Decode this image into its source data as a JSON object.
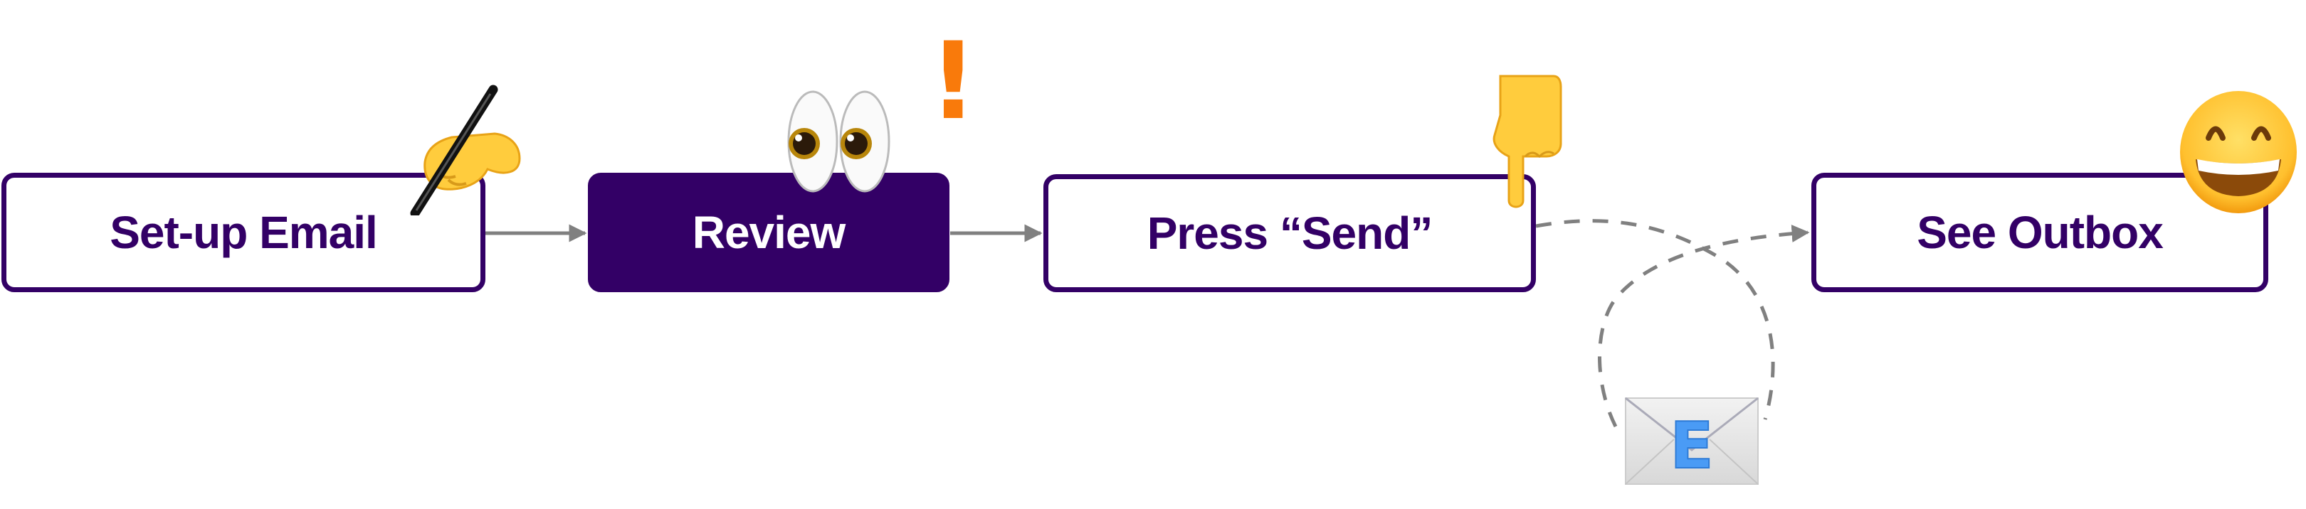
{
  "diagram": {
    "type": "process-flow",
    "accent_color": "#330066",
    "connector_color": "#808080",
    "steps": [
      {
        "label": "Set-up Email",
        "icon": "writing-hand-icon",
        "state": "default"
      },
      {
        "label": "Review",
        "icon": "eyes-exclamation-icon",
        "state": "active"
      },
      {
        "label": "Press “Send”",
        "icon": "pointing-down-hand-icon",
        "state": "default"
      },
      {
        "label": "See Outbox",
        "icon": "grinning-face-icon",
        "state": "default"
      }
    ],
    "connectors": [
      {
        "from": "Set-up Email",
        "to": "Review",
        "style": "solid"
      },
      {
        "from": "Review",
        "to": "Press “Send”",
        "style": "solid"
      },
      {
        "from": "Press “Send”",
        "to": "See Outbox",
        "style": "dashed-loop",
        "icon": "email-envelope-icon"
      }
    ],
    "envelope_letter": "E",
    "exclamation": "!"
  }
}
